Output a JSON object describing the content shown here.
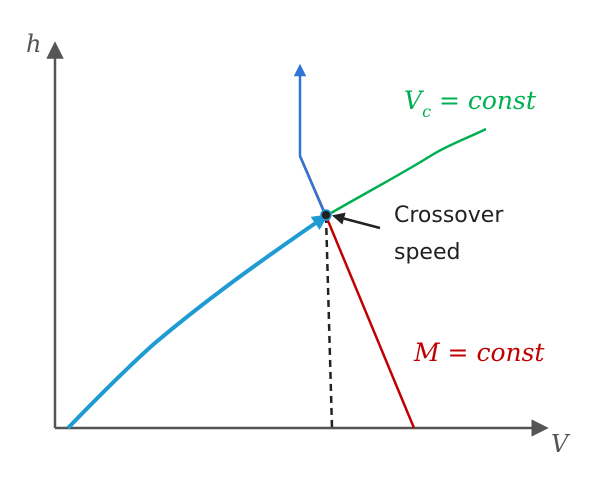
{
  "axes": {
    "y_label": "h",
    "x_label": "V"
  },
  "curves": {
    "vc_const": {
      "label_main": "V",
      "label_sub": "c",
      "label_rest": " = const",
      "color": "#00b050"
    },
    "m_const": {
      "label": "M = const",
      "color": "#c00000"
    },
    "flight_path": {
      "color": "#1f9bd4"
    },
    "vertical_arrow": {
      "color": "#2e75d6"
    }
  },
  "annotation": {
    "line1": "Crossover",
    "line2": "speed"
  },
  "colors": {
    "axis": "#555555",
    "dashed": "#222222",
    "point": "#222222"
  }
}
